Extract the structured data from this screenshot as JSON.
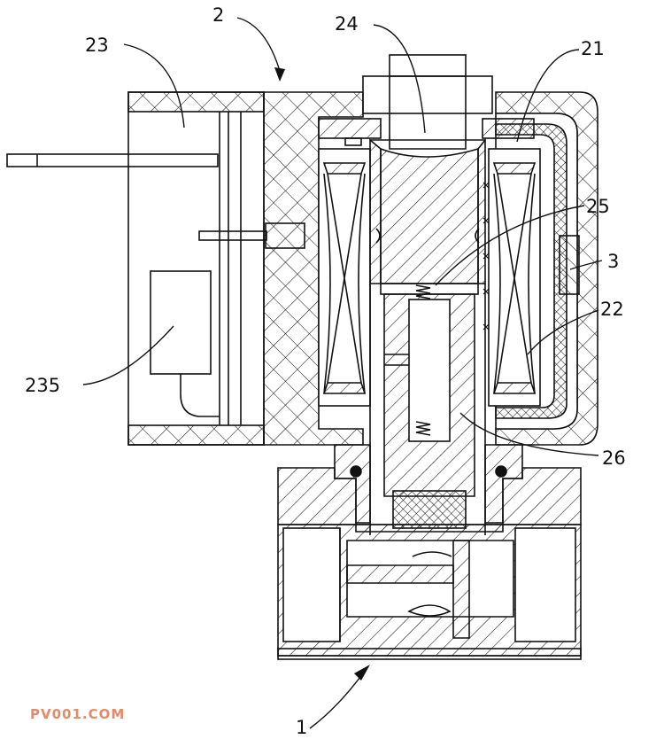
{
  "labels": {
    "l1": "1",
    "l2": "2",
    "l3": "3",
    "l21": "21",
    "l22": "22",
    "l23": "23",
    "l24": "24",
    "l25": "25",
    "l26": "26",
    "l235": "235"
  },
  "watermark": "PV001.COM",
  "colors": {
    "line": "#111111",
    "watermark": "#e38a6a"
  }
}
